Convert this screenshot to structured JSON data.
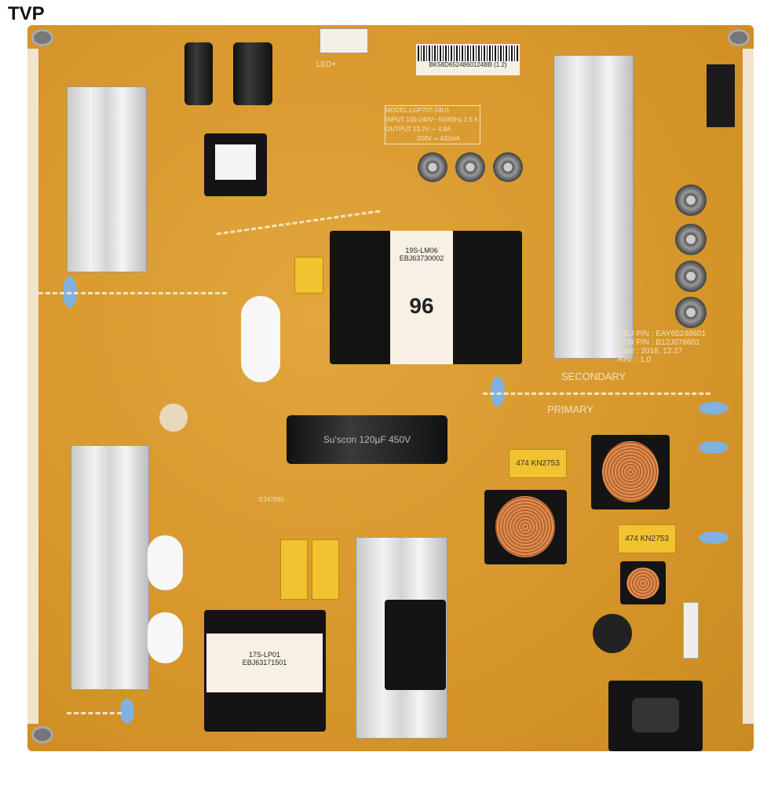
{
  "watermark": "TVP",
  "barcode": "BK58D6524860124BB (1.2)",
  "ratings": {
    "model_label": "MODEL",
    "model": "LGP70T-19U1",
    "input_label": "INPUT",
    "input": "100-240V~ 50/60Hz 2.5 A",
    "output_label": "OUTPUT",
    "output1": "13.2V ⎓ 4.8A",
    "output2": "204V ⎓ 420mA"
  },
  "info": {
    "psu": "PSU P/N : EAY65248601",
    "pcb": "PCB P/N : B12J078601",
    "date": "Date : 2018. 12.27",
    "rev": "Rev. : 1.0"
  },
  "zones": {
    "secondary": "SECONDARY",
    "primary": "PRIMARY"
  },
  "transformer_main": {
    "num": "96",
    "code": "19S-LM06",
    "part": "EBJ63730002"
  },
  "transformer_small": {
    "code": "17S-LP01",
    "part": "EBJ63171501"
  },
  "bulk_cap": "Su'scon  120µF 450V",
  "x_cap": "474 KN2753",
  "x_cap2": "474 KN2753",
  "ul_mark": "E247691",
  "led_connector": "LED+"
}
